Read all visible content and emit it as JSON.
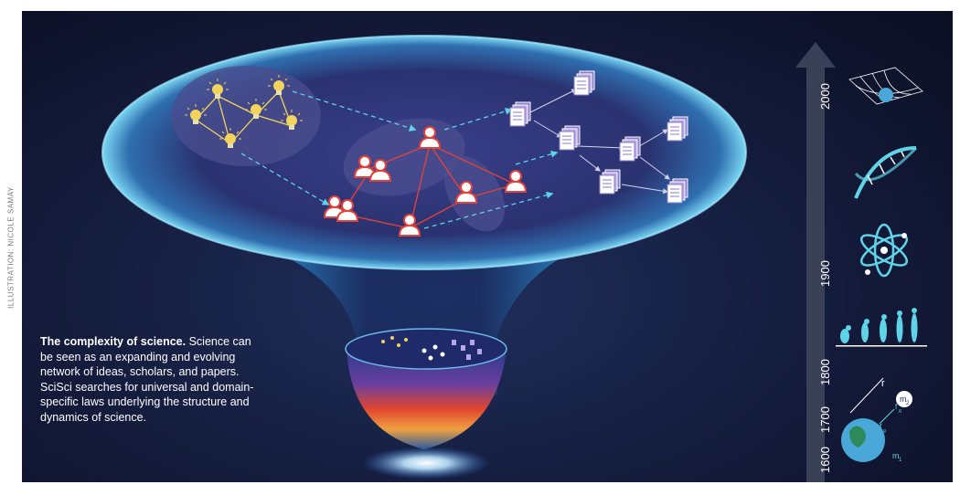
{
  "credit": "ILLUSTRATION: NICOLE SAMAY",
  "caption": {
    "title": "The complexity of science.",
    "body": "Science can be seen as an expanding and evolving network of ideas, scholars, and papers. SciSci searches for universal and domain-specific laws underlying the structure and dynamics of science."
  },
  "timeline": {
    "years": [
      "2000",
      "1900",
      "1800",
      "1700",
      "1600"
    ],
    "icons": [
      "spacetime-grid-icon",
      "dna-icon",
      "atom-icon",
      "evolution-icon",
      "gravity-icon"
    ]
  },
  "gravity_labels": {
    "r": "r",
    "m2": "m",
    "m2_sub": "2",
    "m1": "m",
    "m1_sub": "1",
    "f": "f",
    "f_sub": "g"
  },
  "colors": {
    "background": "#141b3b",
    "timeline_arrow": "#3a4056",
    "accent_cyan": "#5fd3e8",
    "scholar_red": "#e3413b",
    "idea_yellow": "#f2d35c",
    "paper_purple": "#b9a6e6"
  }
}
